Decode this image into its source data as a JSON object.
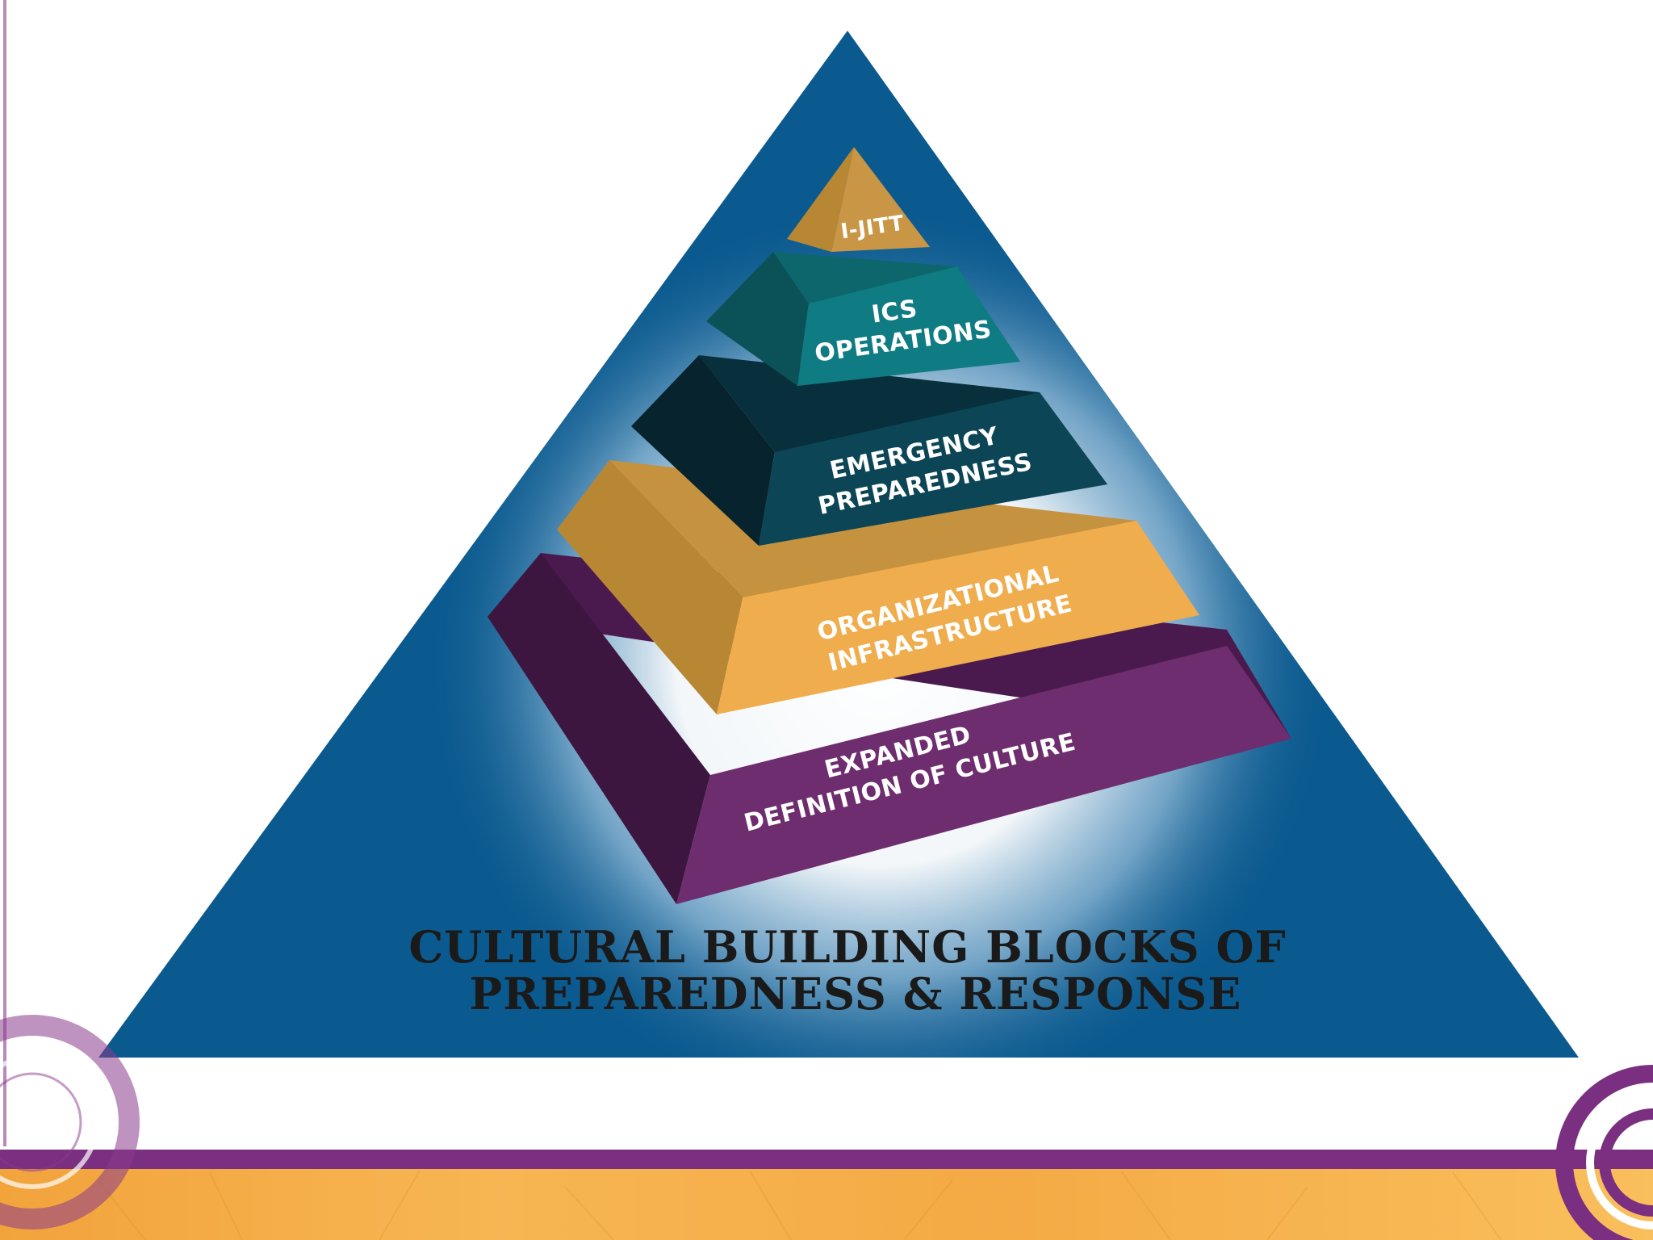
{
  "diagram": {
    "caption": {
      "line1": "CULTURAL BUILDING BLOCKS OF",
      "line2": "PREPAREDNESS & RESPONSE"
    },
    "tiers": [
      {
        "id": "i-jitt",
        "line1": "I-JITT",
        "line2": ""
      },
      {
        "id": "ics-operations",
        "line1": "ICS",
        "line2": "OPERATIONS"
      },
      {
        "id": "emergency-preparedness",
        "line1": "EMERGENCY",
        "line2": "PREPAREDNESS"
      },
      {
        "id": "organizational-infrastructure",
        "line1": "ORGANIZATIONAL",
        "line2": "INFRASTRUCTURE"
      },
      {
        "id": "expanded-definition-of-culture",
        "line1": "EXPANDED",
        "line2": "DEFINITION OF CULTURE"
      }
    ]
  },
  "colors": {
    "triangle": "#0b5a8f",
    "glow": "#ffffff",
    "gold": "#f0ad4e",
    "gold_dark": "#b88734",
    "teal": "#0f7b83",
    "teal_dark": "#0a5258",
    "navy": "#0b4556",
    "navy_dark": "#06232e",
    "purple": "#6e2d6e",
    "purple_dark": "#3d1640",
    "band_purple": "#7a2f80",
    "band_orange": "#f2a33c"
  }
}
